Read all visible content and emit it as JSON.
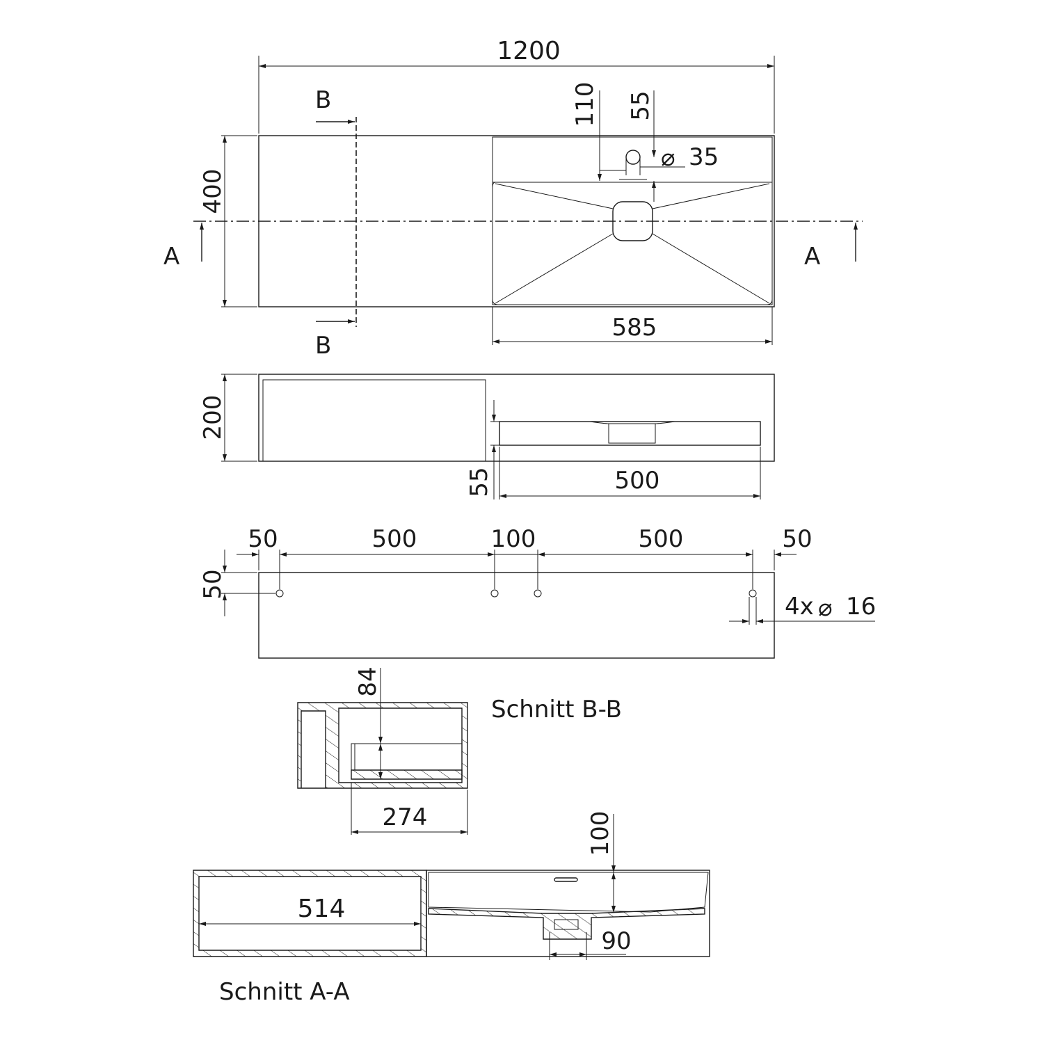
{
  "top_view": {
    "dim_width": "1200",
    "dim_depth": "400",
    "dim_basin_width": "585",
    "dim_tap_offset": "110",
    "dim_tap_offset2": "55",
    "dim_tap_hole": "35",
    "diameter_symbol": "⌀",
    "section_a_left": "A",
    "section_a_right": "A",
    "section_b_top": "B",
    "section_b_bottom": "B"
  },
  "front_view": {
    "dim_height": "200",
    "dim_basin_height": "55",
    "dim_basin_width": "500"
  },
  "rear_view": {
    "dim_left_margin": "50",
    "dim_span_left": "500",
    "dim_center_gap": "100",
    "dim_span_right": "500",
    "dim_right_margin": "50",
    "dim_vertical_offset": "50",
    "holes_label": "4x",
    "hole_diameter": "16"
  },
  "section_bb": {
    "title": "Schnitt B-B",
    "dim_depth": "84",
    "dim_width": "274"
  },
  "section_aa": {
    "title": "Schnitt A-A",
    "dim_compartment": "514",
    "dim_basin_depth": "100",
    "dim_drain": "90"
  }
}
